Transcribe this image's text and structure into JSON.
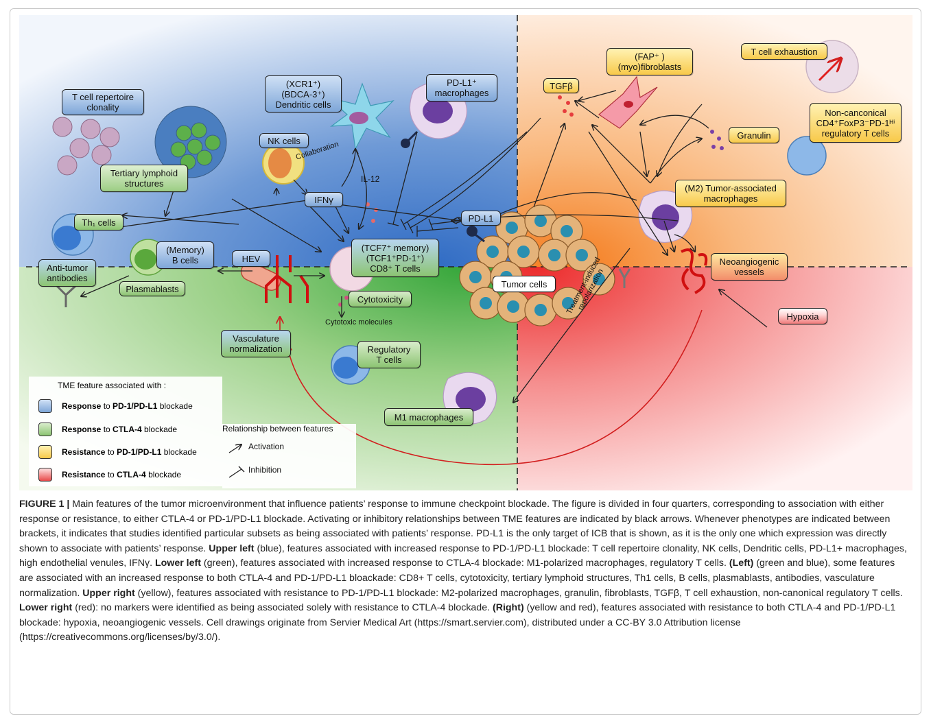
{
  "colors": {
    "blue": "#7ea6d8",
    "green": "#8cc472",
    "yellow": "#f8c94a",
    "red": "#f07a7a"
  },
  "boxes": {
    "t_cell_repertoire": [
      "T cell repertoire",
      "clonality"
    ],
    "dendritic": [
      "(XCR1⁺)",
      "(BDCA-3⁺)",
      "Dendritic cells"
    ],
    "pdl1_macrophages": [
      "PD-L1⁺",
      "macrophages"
    ],
    "nk_cells": "NK cells",
    "tertiary": [
      "Tertiary lymphoid",
      "structures"
    ],
    "ifng": "IFNγ",
    "th1": "Th₁ cells",
    "memory_b": [
      "(Memory)",
      "B cells"
    ],
    "hev": "HEV",
    "anti_tumor": [
      "Anti-tumor",
      "antibodies"
    ],
    "plasmablasts": "Plasmablasts",
    "cd8": [
      "(TCF7⁺ memory)",
      "(TCF1⁺PD-1⁺)",
      "CD8⁺ T cells"
    ],
    "cytotoxicity": "Cytotoxicity",
    "pdl1": "PD-L1",
    "tumor_cells": "Tumor cells",
    "vasculature": [
      "Vasculature",
      "normalization"
    ],
    "regulatory": [
      "Regulatory",
      "T cells"
    ],
    "m1": "M1 macrophages",
    "tgfb": "TGFβ",
    "fibroblasts": [
      "(FAP⁺ )",
      "(myo)fibroblasts"
    ],
    "t_exhaustion": "T cell exhaustion",
    "non_canonical": [
      "Non-canconical",
      "CD4⁺FoxP3⁻PD-1ᴴⁱ",
      "regulatory T cells"
    ],
    "granulin": "Granulin",
    "m2": [
      "(M2) Tumor-associated",
      "macrophages"
    ],
    "neoangiogenic": [
      "Neoangiogenic",
      "vessels"
    ],
    "hypoxia": "Hypoxia"
  },
  "labels": {
    "collaboration": "Collaboration",
    "il12": "IL-12",
    "cytotoxic_molecules": "Cytotoxic molecules",
    "repolarization": "Treatment-induced repolarization"
  },
  "legend": {
    "title": "TME feature associated with :",
    "items": [
      {
        "bold": "Response",
        "rest": " to ",
        "bold2": "PD-1/PD-L1",
        "tail": " blockade",
        "color": "#7ea6d8"
      },
      {
        "bold": "Response",
        "rest": " to ",
        "bold2": "CTLA-4",
        "tail": " blockade",
        "color": "#8cc472"
      },
      {
        "bold": "Resistance",
        "rest": " to ",
        "bold2": "PD-1/PD-L1",
        "tail": " blockade",
        "color": "#f8c94a"
      },
      {
        "bold": "Resistance",
        "rest": " to ",
        "bold2": "CTLA-4",
        "tail": " blockade",
        "color": "#f07a7a"
      }
    ],
    "relationship_title": "Relationship between features",
    "activation": "Activation",
    "inhibition": "Inhibition"
  },
  "caption": {
    "figure_label": "FIGURE 1 |",
    "intro": " Main features of the tumor microenvironment that influence patients’ response to immune checkpoint blockade. The figure is divided in four quarters, corresponding to association with either response or resistance, to either CTLA-4 or PD-1/PD-L1 blockade. Activating or inhibitory relationships between TME features are indicated by black arrows. Whenever phenotypes are indicated between brackets, it indicates that studies identified particular subsets as being associated with patients’ response. PD-L1 is the only target of ICB that is shown, as it is the only one which expression was directly shown to associate with patients’ response. ",
    "ul_label": "Upper left",
    "ul_text": " (blue), features associated with increased response to PD-1/PD-L1 blockade: T cell repertoire clonality, NK cells, Dendritic cells, PD-L1+ macrophages, high endothelial venules, IFNγ. ",
    "ll_label": "Lower left",
    "ll_text": " (green), features associated with increased response to CTLA-4 blockade: M1-polarized macrophages, regulatory T cells. ",
    "left_label": "(Left)",
    "left_text": " (green and blue), some features are associated with an increased response to both CTLA-4 and PD-1/PD-L1 bloackade: CD8+ T cells, cytotoxicity, tertiary lymphoid structures, Th1 cells, B cells, plasmablasts, antibodies, vasculature normalization. ",
    "ur_label": "Upper right",
    "ur_text": " (yellow), features associated with resistance to PD-1/PD-L1 blockade: M2-polarized macrophages, granulin, fibroblasts, TGFβ, T cell exhaustion, non-canonical regulatory T cells. ",
    "lr_label": "Lower right",
    "lr_text": " (red): no markers were identified as being associated solely with resistance to CTLA-4 blockade. ",
    "right_label": "(Right)",
    "right_text": " (yellow and red), features associated with resistance to both CTLA-4 and PD-1/PD-L1 blockade: hypoxia, neoangiogenic vessels. Cell drawings originate from Servier Medical Art (https://smart.servier.com), distributed under a CC-BY 3.0 Attribution license (https://creativecommons.org/licenses/by/3.0/)."
  }
}
